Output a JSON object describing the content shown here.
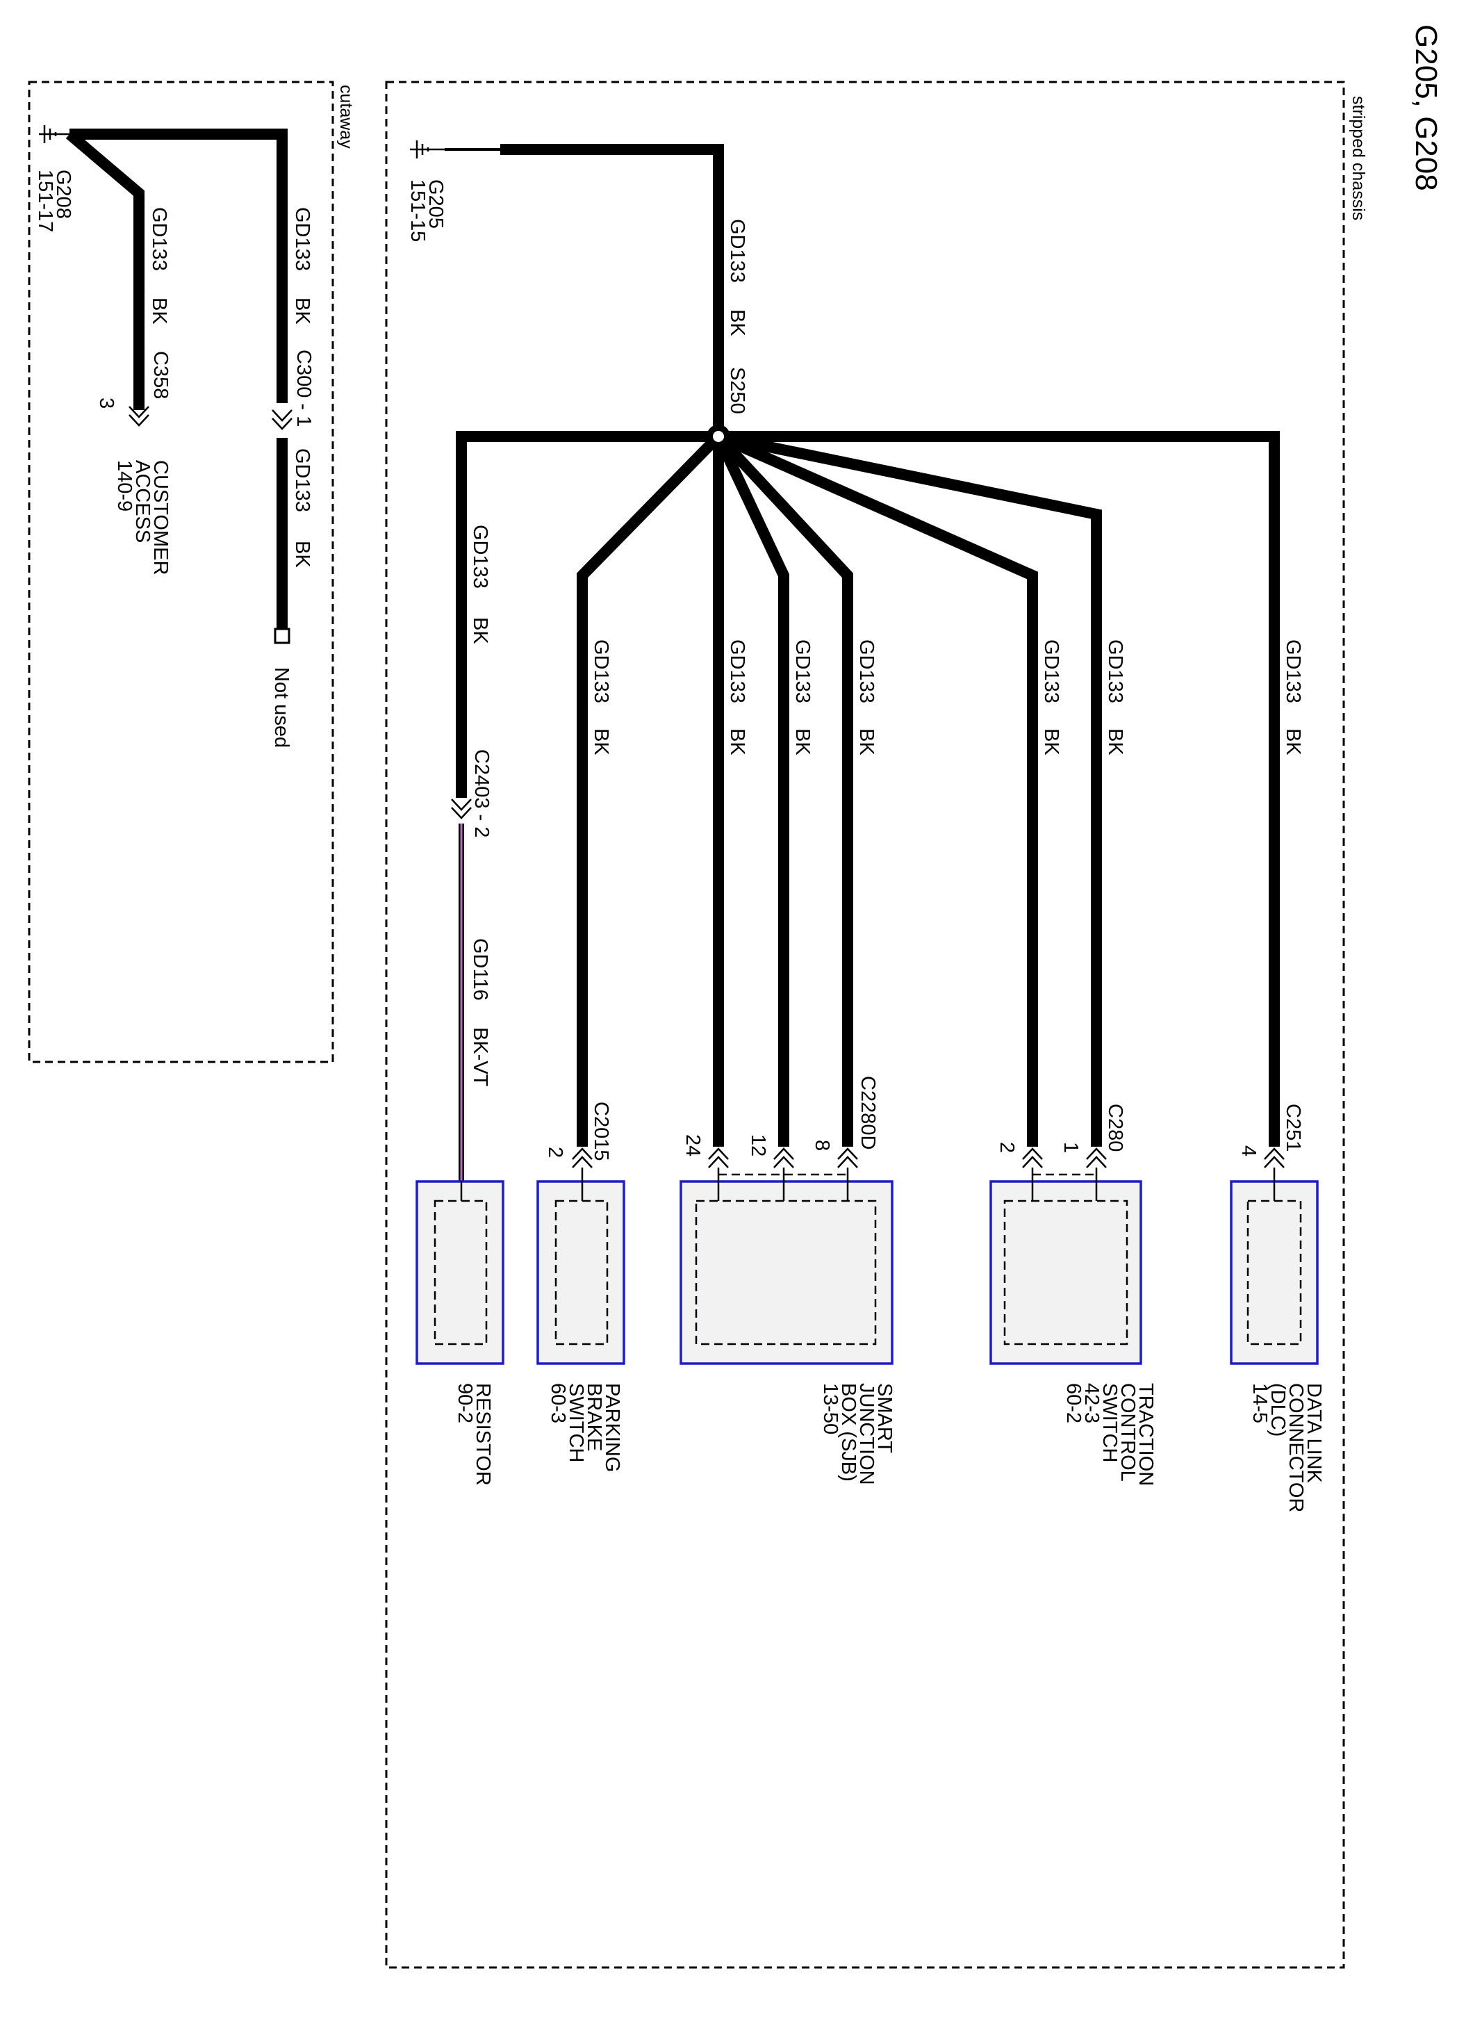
{
  "title": "G205, G208",
  "zones": {
    "cutaway": "cutaway",
    "stripped_chassis": "stripped chassis"
  },
  "grounds": {
    "g208": {
      "name": "G208",
      "ref": "151-17"
    },
    "g205": {
      "name": "G205",
      "ref": "151-15"
    }
  },
  "wire": {
    "circuit": "GD133",
    "color": "BK"
  },
  "resistor_wire": {
    "circuit": "GD116",
    "color": "BK-VT"
  },
  "splice": "S250",
  "connectors": {
    "c358": {
      "name": "C358",
      "pin": "3"
    },
    "c300": "C300 - 1",
    "c2403": "C2403 - 2",
    "c2015": {
      "name": "C2015",
      "pin": "2"
    },
    "c2280d": {
      "name": "C2280D",
      "pins": [
        "24",
        "12",
        "8"
      ]
    },
    "c280": {
      "name": "C280",
      "pins": [
        "2",
        "1"
      ]
    },
    "c251": {
      "name": "C251",
      "pin": "4"
    }
  },
  "not_used": "Not used",
  "components": {
    "customer_access": [
      "CUSTOMER",
      "ACCESS",
      "140-9"
    ],
    "resistor": [
      "RESISTOR",
      "90-2"
    ],
    "parking_brake_switch": [
      "PARKING",
      "BRAKE",
      "SWITCH",
      "60-3"
    ],
    "sjb": [
      "SMART",
      "JUNCTION",
      "BOX (SJB)",
      "13-50"
    ],
    "traction_control_switch": [
      "TRACTION",
      "CONTROL",
      "SWITCH",
      "42-3",
      "60-2"
    ],
    "dlc": [
      "DATA LINK",
      "CONNECTOR",
      "(DLC)",
      "14-5"
    ]
  }
}
